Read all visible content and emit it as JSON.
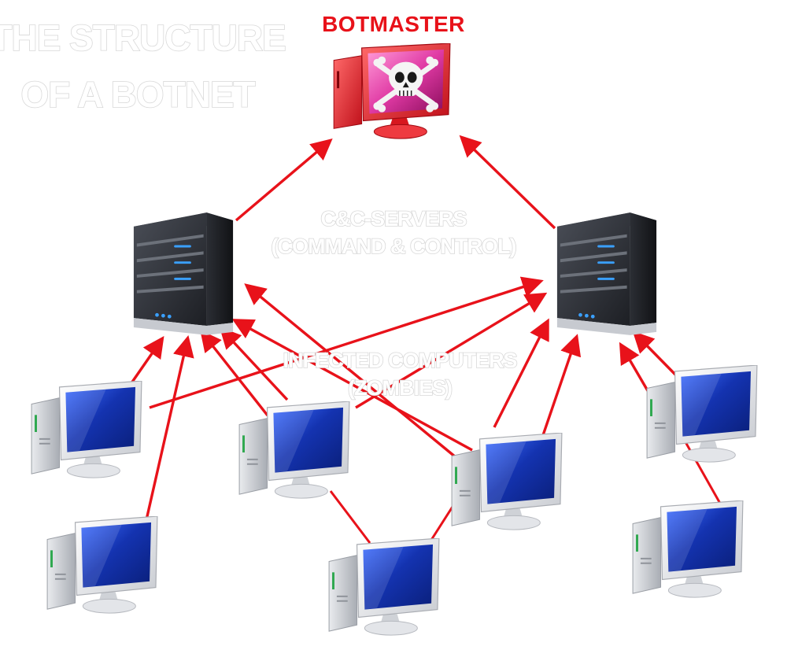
{
  "title": {
    "line1": "THE STRUCTURE",
    "line2": "OF A BOTNET"
  },
  "botmaster": {
    "label": "BOTMASTER"
  },
  "cc_servers": {
    "line1": "C&C-SERVERS",
    "line2": "(COMMAND & CONTROL)"
  },
  "infected": {
    "line1": "INFECTED COMPUTERS",
    "line2": "(ZOMBIES)"
  },
  "colors": {
    "arrow": "#e8121a",
    "botmaster_label": "#e8121a",
    "screen_blue": "#1b3fbf",
    "server_body": "#2a2d33",
    "led": "#3aa0ff"
  },
  "icons": {
    "botmaster": "skull-monitor-icon",
    "server": "server-tower-icon",
    "zombie": "desktop-computer-icon"
  }
}
